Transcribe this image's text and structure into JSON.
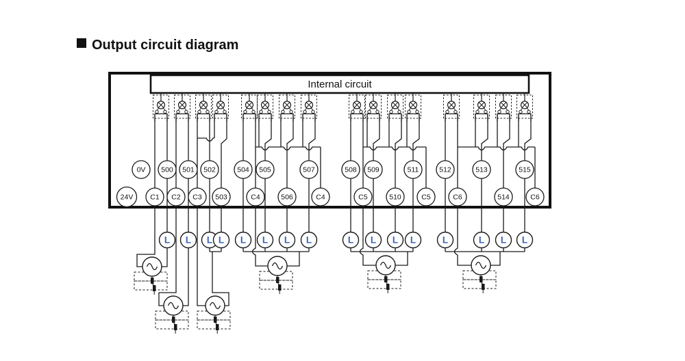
{
  "title": {
    "bullet": "■",
    "text": "Output circuit diagram"
  },
  "diagram": {
    "internal_circuit_label": "Internal circuit",
    "load_label": "L",
    "colors": {
      "wire": "#1a1a1a",
      "text": "#111111",
      "load_letter": "#3a64b8",
      "background": "#ffffff"
    },
    "terminals": {
      "upper_row": [
        "0V",
        "500",
        "501",
        "502",
        "504",
        "505",
        "507",
        "508",
        "509",
        "511",
        "512",
        "513",
        "515"
      ],
      "lower_row": [
        "24V",
        "C1",
        "C2",
        "C3",
        "503",
        "C4",
        "506",
        "C4",
        "C5",
        "510",
        "C5",
        "C6",
        "514",
        "C6"
      ]
    },
    "output_groups": [
      {
        "outputs": [
          "500"
        ],
        "common": "C1"
      },
      {
        "outputs": [
          "501"
        ],
        "common": "C2"
      },
      {
        "outputs": [
          "502",
          "503"
        ],
        "common": "C3"
      },
      {
        "outputs": [
          "504",
          "505",
          "506",
          "507"
        ],
        "common": "C4"
      },
      {
        "outputs": [
          "508",
          "509",
          "510",
          "511"
        ],
        "common": "C5"
      },
      {
        "outputs": [
          "512",
          "513",
          "514",
          "515"
        ],
        "common": "C6"
      }
    ],
    "symbols": {
      "relay_count": 16,
      "ac_source_count": 6,
      "load_count": 16
    }
  }
}
